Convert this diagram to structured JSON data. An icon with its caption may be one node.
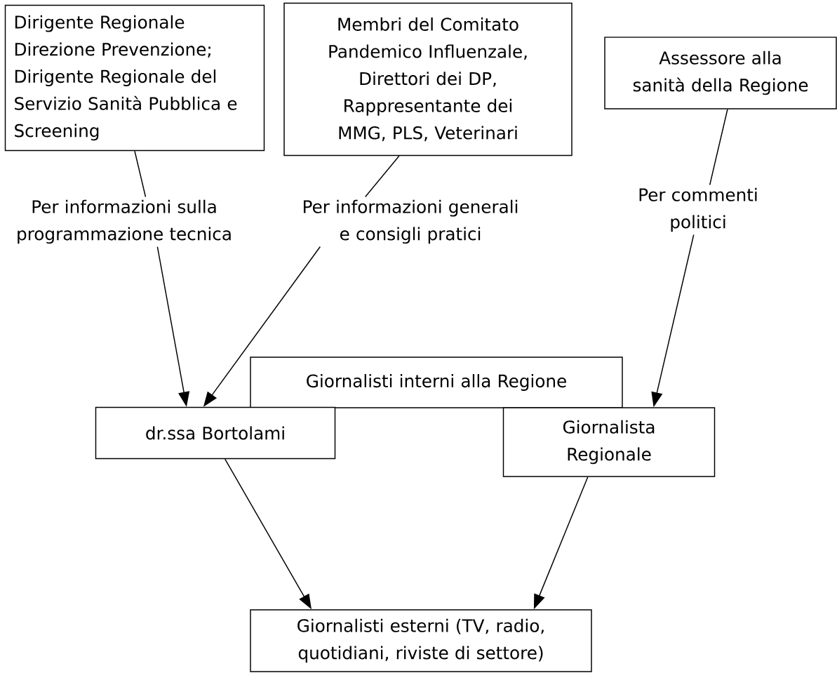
{
  "diagram": {
    "nodes": [
      {
        "text": [
          "Dirigente Regionale Direzione Prevenzione; Dirigente Regionale del Servizio Sanità Pubblica e Screening"
        ]
      },
      {
        "text": [
          "Membri del Comitato Pandemico Influenzale, Direttori dei DP, Rappresentante dei MMG, PLS, Veterinari"
        ]
      },
      {
        "text": [
          "Assessore alla sanità della Regione"
        ]
      },
      {
        "text": [
          "Per informazioni sulla programmazione tecnica"
        ]
      },
      {
        "text": [
          "Per informazioni generali e consigli pratici"
        ]
      },
      {
        "text": [
          "Per commenti politici"
        ]
      },
      {
        "text": [
          "Giornalisti interni alla Regione"
        ]
      },
      {
        "text": [
          "dr.ssa Bortolami"
        ]
      },
      {
        "text": [
          "Giornalista Regionale"
        ]
      },
      {
        "text": [
          "Giornalisti esterni (TV, radio, quotidiani, riviste di settore)"
        ]
      }
    ],
    "edges": [
      {
        "from": 0,
        "to": 3,
        "arrow": "none"
      },
      {
        "from": 3,
        "to": 7,
        "arrow": "to"
      },
      {
        "from": 1,
        "to": 4,
        "arrow": "none"
      },
      {
        "from": 4,
        "to": 7,
        "arrow": "to"
      },
      {
        "from": 2,
        "to": 5,
        "arrow": "none"
      },
      {
        "from": 5,
        "to": 8,
        "arrow": "to"
      },
      {
        "from": 7,
        "to": 9,
        "arrow": "to"
      },
      {
        "from": 8,
        "to": 9,
        "arrow": "to"
      }
    ]
  }
}
